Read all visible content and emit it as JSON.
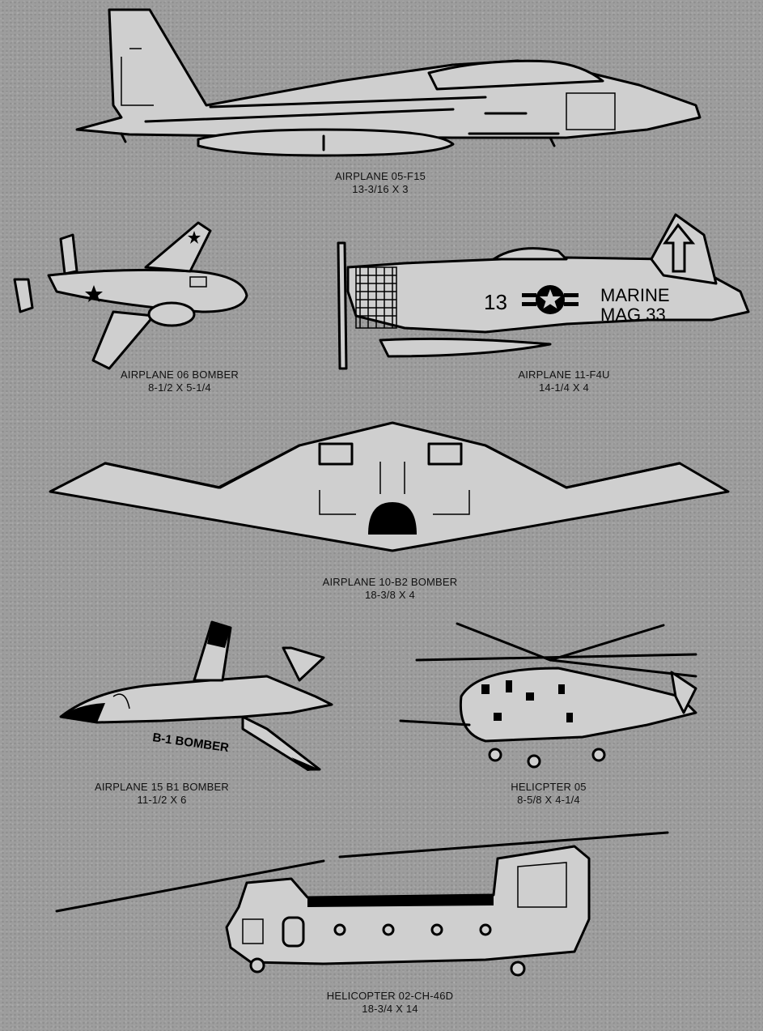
{
  "items": [
    {
      "name": "AIRPLANE 05-F15",
      "size": "13-3/16 X 3"
    },
    {
      "name": "AIRPLANE 06 BOMBER",
      "size": "8-1/2 X 5-1/4"
    },
    {
      "name": "AIRPLANE 11-F4U",
      "size": "14-1/4 X 4"
    },
    {
      "name": "AIRPLANE 10-B2 BOMBER",
      "size": "18-3/8 X 4"
    },
    {
      "name": "AIRPLANE 15 B1 BOMBER",
      "size": "11-1/2 X 6"
    },
    {
      "name": "HELICPTER 05",
      "size": "8-5/8 X 4-1/4"
    },
    {
      "name": "HELICOPTER 02-CH-46D",
      "size": "18-3/4 X 14"
    }
  ],
  "markings": {
    "f4u_number": "13",
    "f4u_line1": "MARINE",
    "f4u_line2": "MAG 33",
    "b1_label": "B-1 BOMBER"
  },
  "colors": {
    "background": "#9d9d9d",
    "silhouette": "#cfcfcf",
    "outline": "#000000"
  }
}
